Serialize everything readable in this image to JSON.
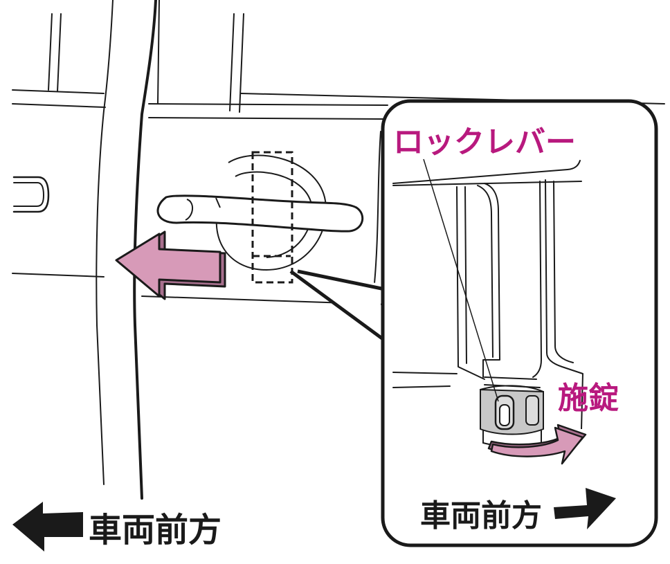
{
  "labels": {
    "lock_lever": "ロックレバー",
    "lock_action": "施錠",
    "vehicle_front_inset": "車両前方",
    "vehicle_front_main": "車両前方"
  },
  "colors": {
    "accent_label": "#b8197e",
    "arrow_fill": "#d79ab8",
    "lock_cylinder": "#c8c8c8",
    "line": "#1a1a1a"
  },
  "icons": {
    "pull_arrow": "arrow-left-3d",
    "turn_arrow": "curved-arrow-right",
    "front_left": "arrow-left-solid",
    "front_right": "arrow-right-solid"
  }
}
